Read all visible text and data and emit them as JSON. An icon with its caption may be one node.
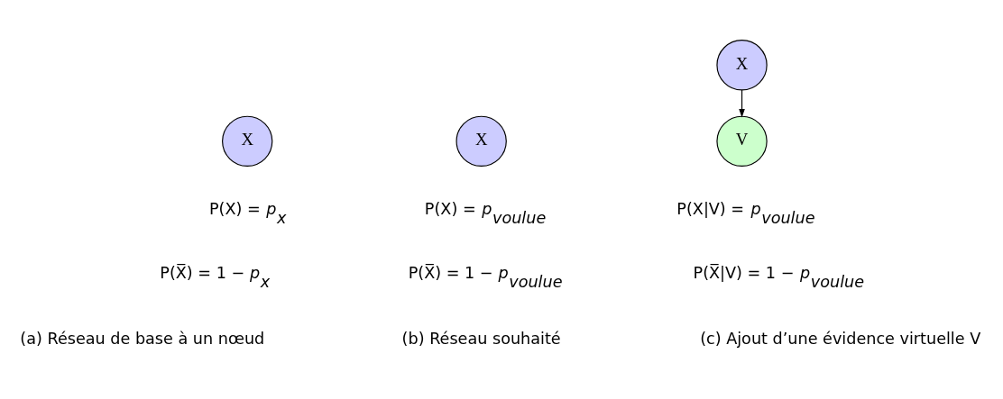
{
  "diagram": {
    "nodes": [
      {
        "text": [
          "X"
        ]
      },
      {
        "text": [
          "X"
        ]
      },
      {
        "text": [
          "X"
        ]
      },
      {
        "text": [
          "V"
        ]
      }
    ],
    "edges": [
      {
        "from": 2,
        "to": 3,
        "arrow": "to"
      }
    ],
    "labels": [
      "P(X) = *p*$_{x}$",
      "P(X) = *p*$_{voulue}$",
      "P(X|V) = *p*$_{voulue}$",
      "P(X̅) = 1 − *p*$_{x}$",
      "P(X̅) = 1 − *p*$_{voulue}$",
      "P(X̅|V) = 1 − *p*$_{voulue}$",
      "(a) Réseau de base à un nœud",
      "(b) Réseau souhaité",
      "(c) Ajout d’une évidence virtuelle V"
    ]
  }
}
